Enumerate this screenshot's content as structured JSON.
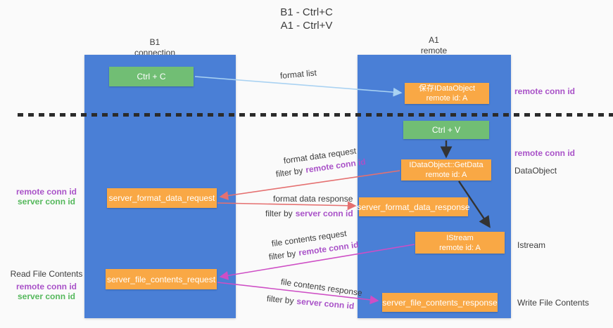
{
  "colors": {
    "column_blue": "#4A7FD6",
    "box_green": "#71BE74",
    "box_orange": "#F9A845",
    "arrow_salmon": "#E57070",
    "arrow_magenta": "#CE4EC5",
    "arrow_blue": "#A9D2F2",
    "arrow_dark": "#333333",
    "text_purple": "#A952C8",
    "text_green": "#55B85C"
  },
  "title": {
    "line1": "B1 - Ctrl+C",
    "line2": "A1 - Ctrl+V"
  },
  "columns": {
    "left": {
      "title": "B1",
      "subtitle": "connection"
    },
    "right": {
      "title": "A1",
      "subtitle": "remote"
    }
  },
  "nodes": {
    "ctrl_c": {
      "label": "Ctrl + C"
    },
    "ctrl_v": {
      "label": "Ctrl + V"
    },
    "save_idataobject": {
      "line1": "保存IDataObject",
      "line2": "remote id: A"
    },
    "getdata": {
      "line1": "IDataObject::GetData",
      "line2": "remote id: A"
    },
    "istream": {
      "line1": "IStream",
      "line2": "remote id: A"
    },
    "format_request": {
      "label": "server_format_data_request"
    },
    "format_response": {
      "label": "server_format_data_response"
    },
    "file_request": {
      "label": "server_file_contents_request"
    },
    "file_response": {
      "label": "server_file_contents_response"
    }
  },
  "arrow_labels": {
    "format_list": "format list",
    "format_data_request": "format data request",
    "format_data_response": "format data response",
    "file_contents_request": "file contents request",
    "file_contents_response": "file contents response",
    "filter_by": "filter by",
    "remote_conn_id": "remote conn id",
    "server_conn_id": "server conn id"
  },
  "side_labels": {
    "remote_conn_id_top_right": "remote conn id",
    "remote_conn_id_mid_right": "remote conn id",
    "dataobject": "DataObject",
    "istream": "Istream",
    "write_file_contents": "Write File Contents",
    "read_file_contents": "Read File Contents",
    "remote_conn_id_left": "remote conn id",
    "server_conn_id_left": "server conn id",
    "remote_conn_id_bottom_left": "remote conn id",
    "server_conn_id_bottom_left": "server conn id"
  }
}
